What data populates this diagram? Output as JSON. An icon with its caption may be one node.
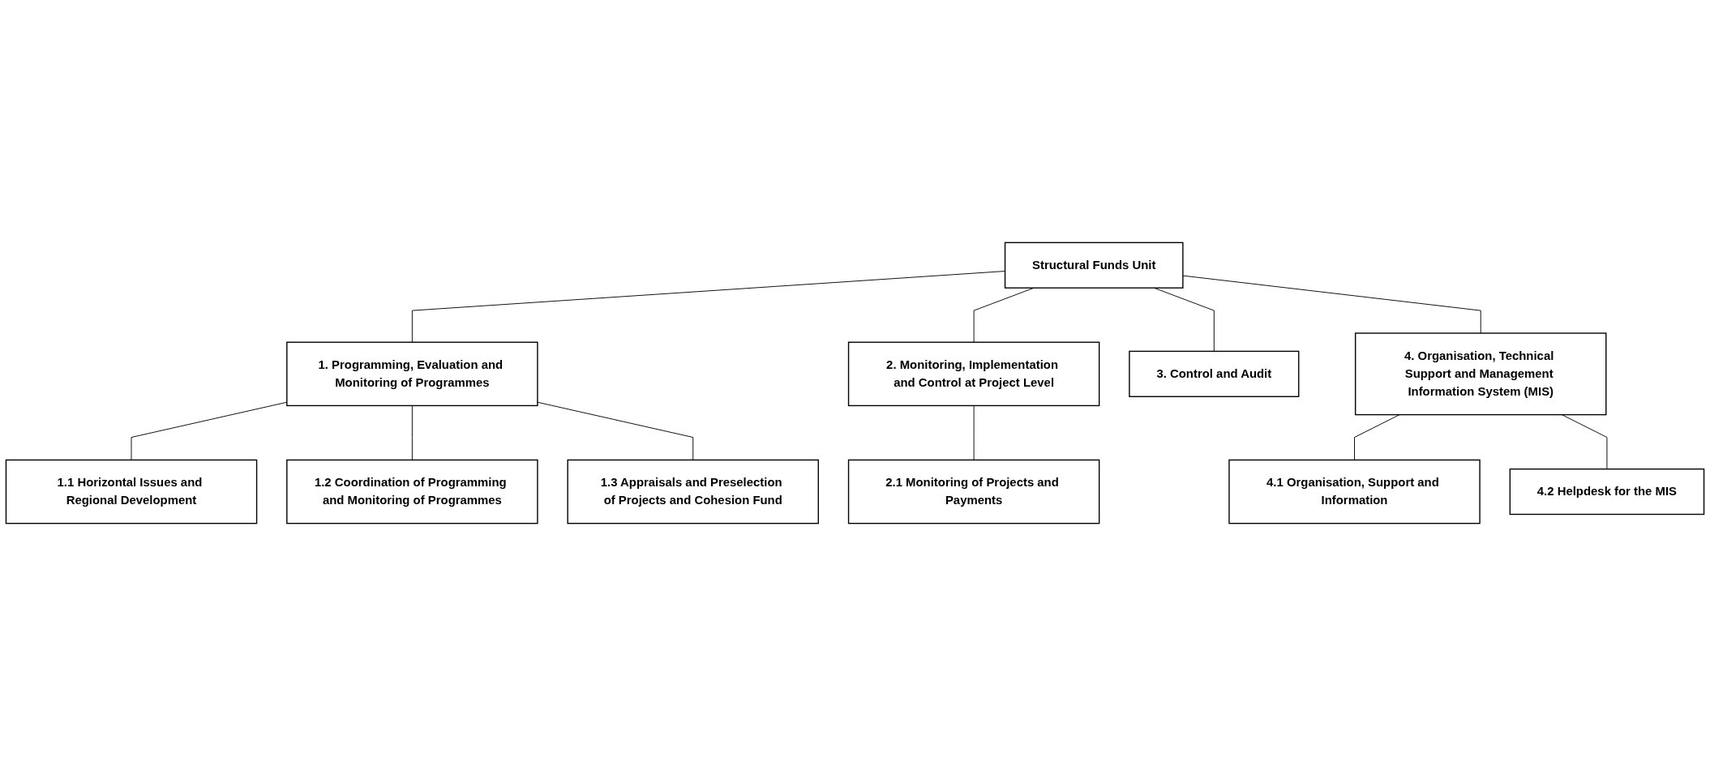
{
  "diagram": {
    "nodes": [
      {
        "text": [
          "Structural Funds Unit"
        ]
      },
      {
        "text": [
          "1. Programming, Evaluation and Monitoring of Programmes"
        ]
      },
      {
        "text": [
          "2. Monitoring, Implementation and Control at Project Level"
        ]
      },
      {
        "text": [
          "3. Control and Audit"
        ]
      },
      {
        "text": [
          "4. Organisation, Technical Support and Management Information System (MIS)"
        ]
      },
      {
        "text": [
          "1.1 Horizontal Issues and Regional Development"
        ]
      },
      {
        "text": [
          "1.2 Coordination of Programming and Monitoring of Programmes"
        ]
      },
      {
        "text": [
          "1.3 Appraisals and Preselection of Projects and Cohesion Fund"
        ]
      },
      {
        "text": [
          "2.1 Monitoring of Projects and Payments"
        ]
      },
      {
        "text": [
          "4.1 Organisation, Support and Information"
        ]
      },
      {
        "text": [
          "4.2 Helpdesk for the MIS"
        ]
      }
    ],
    "edges": [
      {
        "from": 0,
        "to": 1,
        "arrow": "none"
      },
      {
        "from": 0,
        "to": 2,
        "arrow": "none"
      },
      {
        "from": 0,
        "to": 3,
        "arrow": "none"
      },
      {
        "from": 0,
        "to": 4,
        "arrow": "none"
      },
      {
        "from": 1,
        "to": 5,
        "arrow": "none"
      },
      {
        "from": 1,
        "to": 6,
        "arrow": "none"
      },
      {
        "from": 1,
        "to": 7,
        "arrow": "none"
      },
      {
        "from": 2,
        "to": 8,
        "arrow": "none"
      },
      {
        "from": 4,
        "to": 9,
        "arrow": "none"
      },
      {
        "from": 4,
        "to": 10,
        "arrow": "none"
      }
    ]
  }
}
